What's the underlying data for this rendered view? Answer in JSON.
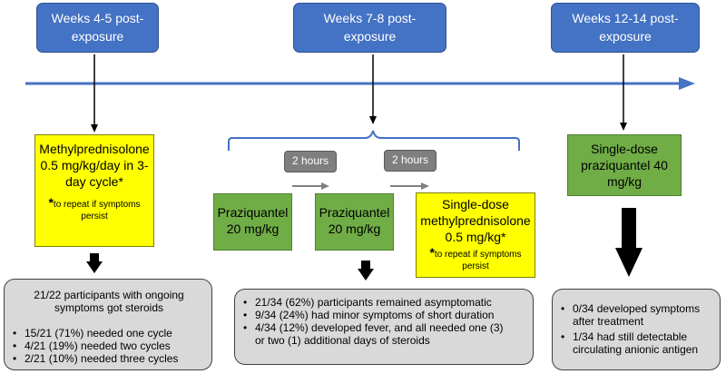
{
  "timeline": {
    "weeks": [
      "Weeks 4-5 post-\nexposure",
      "Weeks 7-8 post-\nexposure",
      "Weeks 12-14 post-\nexposure"
    ]
  },
  "phase1": {
    "drug": "Methylprednisolone\n0.5 mg/kg/day in 3-\nday cycle*",
    "footnote_star": "*",
    "footnote": "to repeat if symptoms\npersist",
    "summary": "21/22  participants with ongoing\nsymptoms got steroids",
    "bullets": [
      "15/21 (71%) needed one cycle",
      "4/21 (19%) needed two cycles",
      "2/21 (10%) needed three cycles"
    ]
  },
  "phase2": {
    "interval1": "2 hours",
    "interval2": "2 hours",
    "dose1": "Praziquantel\n20 mg/kg",
    "dose2": "Praziquantel\n20 mg/kg",
    "dose3": "Single-dose\nmethylprednisolone\n0.5 mg/kg*",
    "footnote_star": "*",
    "footnote": "to repeat if symptoms\npersist",
    "bullets": [
      "21/34 (62%) participants remained asymptomatic",
      "9/34 (24%) had minor symptoms of short duration",
      "4/34 (12%) developed fever, and all needed one (3)\nor two (1) additional days of steroids"
    ]
  },
  "phase3": {
    "drug": "Single-dose\npraziquantel 40\nmg/kg",
    "bullets": [
      "0/34 developed  symptoms\nafter treatment",
      "1/34 had still detectable\ncirculating anionic antigen"
    ]
  }
}
